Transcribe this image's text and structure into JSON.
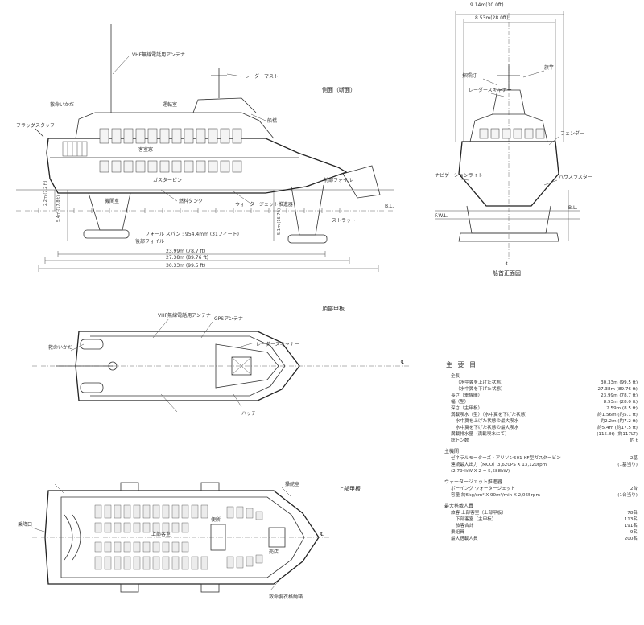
{
  "views": {
    "side_title": "側面（断面）",
    "front_title": "船首正面図",
    "roof_title": "頂部甲板",
    "deck_title": "上部甲板"
  },
  "dimensions": {
    "front_width_outer": "9.14m(30.0ft)",
    "front_width_inner": "8.53m(28.0ft)",
    "foil_span": "フォール スパン : 954.4mm (31フィート)",
    "len_1": "23.99m (78.7 ft)",
    "len_2": "27.38m (89.76 ft)",
    "len_3": "30.33m (99.5 ft)",
    "draft_1": "5.4m (17.8ft)",
    "draft_2": "2.2m (7.2 ft)",
    "draft_3": "5.1m (16.7ft)",
    "bl": "B.L.",
    "fwl": "F.W.L.",
    "cl": "℄"
  },
  "labels": {
    "side": [
      "VHF無線電話用アンテナ",
      "レーダーマスト",
      "船橋",
      "運転室",
      "客室窓",
      "救命いかだ",
      "フラッグスタッフ",
      "前部フォイル",
      "後部フォイル",
      "ウォータージェット推進器",
      "燃料タンク",
      "機関室",
      "ストラット",
      "ガスタービン"
    ],
    "front": [
      "探照灯",
      "レーダースキャナー",
      "旗竿",
      "フェンダー",
      "バウスラスター",
      "ナビゲーションライト"
    ],
    "roof": [
      "VHF無線電話用アンテナ",
      "GPSアンテナ",
      "レーダースキャナー",
      "救命いかだ",
      "ハッチ"
    ],
    "deck": [
      "上部客室",
      "便所",
      "売店",
      "乗降口",
      "操舵室",
      "救命胴衣格納箱"
    ]
  },
  "specs": {
    "title": "主 要 目",
    "rows": [
      {
        "label": "全長",
        "value": ""
      },
      {
        "label": "（水中翼を上げた状態）",
        "value": "30.33m (99.5 ft)",
        "sub": true
      },
      {
        "label": "（水中翼を下げた状態）",
        "value": "27.38m (89.76 ft)",
        "sub": true
      },
      {
        "label": "長さ（垂線間）",
        "value": "23.99m (78.7 ft)"
      },
      {
        "label": "幅（型）",
        "value": "8.53m (28.0 ft)"
      },
      {
        "label": "深さ（主甲板）",
        "value": "2.59m (8.5 ft)"
      },
      {
        "label": "満載喫水（型）（水中翼を下げた状態）",
        "value": "約1.56m (約5.1 ft)"
      },
      {
        "label": "水中翼を上げた状態の最大喫水",
        "value": "約2.2m (約7.2 ft)",
        "sub": true
      },
      {
        "label": "水中翼を下げた状態の最大喫水",
        "value": "約5.4m (約17.5 ft)",
        "sub": true
      },
      {
        "label": "満載排水量（満載喫水にて）",
        "value": "(115.8t) (約117LT)"
      },
      {
        "label": "総トン数",
        "value": "約 t"
      }
    ],
    "engine_head": "主機関",
    "engine_rows": [
      {
        "label": "ゼネラルモーターズ・アリソン501-KF型ガスタービン",
        "value": "2基"
      },
      {
        "label": "連続最大出力（MCO）3,620PS X 13,120rpm",
        "value": "(1基当り)"
      },
      {
        "label": "(2,794kW X 2 = 5,588kW)",
        "value": ""
      }
    ],
    "jet_head": "ウォータージェット推進器",
    "jet_rows": [
      {
        "label": "ボーイング ウォータージェット",
        "value": "2台"
      },
      {
        "label": "容量 約6kg/cm² X 90m³/min X 2,065rpm",
        "value": "(1台当り)"
      }
    ],
    "pax_head": "最大搭載人員",
    "pax_rows": [
      {
        "label": "旅客 上部客室（上部甲板）",
        "value": "78名"
      },
      {
        "label": "下部客室（主甲板）",
        "value": "113名"
      },
      {
        "label": "旅客合計",
        "value": "191名"
      },
      {
        "label": "乗組員",
        "value": "9名"
      },
      {
        "label": "最大搭載人員",
        "value": "200名"
      }
    ]
  }
}
